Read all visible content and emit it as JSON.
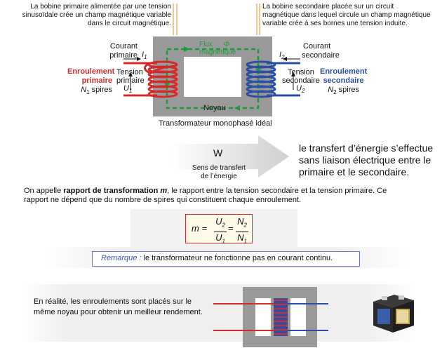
{
  "top": {
    "primary_note": [
      "La bobine primaire alimentée par une tension",
      "sinusoïdale crée un champ magnétique variable",
      "dans le circuit magnétique."
    ],
    "secondary_note": [
      "La bobine secondaire placée sur un circuit",
      "magnétique dans lequel circule un champ magnétique",
      "variable crée à ses bornes une tension induite."
    ]
  },
  "diagram": {
    "courant_primaire": [
      "Courant",
      "primaire"
    ],
    "i1": "I",
    "i1_sub": "1",
    "courant_secondaire": [
      "Courant",
      "secondaire"
    ],
    "i2": "I",
    "i2_sub": "2",
    "flux": [
      "Flux",
      "magnétique"
    ],
    "phi": "Φ",
    "enroulement_primaire": [
      "Enroulement",
      "primaire"
    ],
    "n1_spires": [
      "N",
      "1",
      " spires"
    ],
    "tension_primaire": [
      "Tension",
      "primaire"
    ],
    "u1": "U",
    "u1_sub": "1",
    "tension_secondaire": [
      "Tension",
      "secondaire"
    ],
    "u2": "U",
    "u2_sub": "2",
    "enroulement_secondaire": [
      "Enroulement",
      "secondaire"
    ],
    "n2_spires": [
      "N",
      "2",
      " spires"
    ],
    "noyau": "Noyau",
    "caption": "Transformateur monophasé idéal"
  },
  "transfer": {
    "arrow_label": "W",
    "arrow_caption": [
      "Sens de transfert",
      "de l’énergie"
    ],
    "statement": [
      "le transfert d’énergie s’effectue",
      "sans liaison électrique entre le",
      "primaire et le secondaire."
    ]
  },
  "definition": {
    "pre": "On appelle ",
    "bold": "rapport de transformation ",
    "m": "m",
    "post": ", le rapport entre la tension secondaire et la tension primaire. Ce",
    "line2": "rapport ne dépend que du nombre de spires qui constituent chaque enroulement."
  },
  "formula": {
    "lhs": "m =",
    "num1": "U",
    "num1_sub": "2",
    "den1": "U",
    "den1_sub": "1",
    "eq": "=",
    "num2": "N",
    "num2_sub": "2",
    "den2": "N",
    "den2_sub": "1"
  },
  "remark": {
    "label": "Remarque :",
    "text": " le transformateur ne fonctionne pas en courant continu."
  },
  "reality": {
    "text": [
      "En réalité, les enroulements sont placés sur le",
      "même noyau pour obtenir un meilleur rendement."
    ]
  },
  "colors": {
    "primary_coil": "#d42a2a",
    "secondary_coil": "#2b4fa3",
    "flux": "#1f9a3c",
    "core": "#9a9a9a",
    "leader": "#f08a24",
    "remark_label": "#3b57b5"
  },
  "icons": {
    "transformer_photo": "transformer-photo"
  }
}
